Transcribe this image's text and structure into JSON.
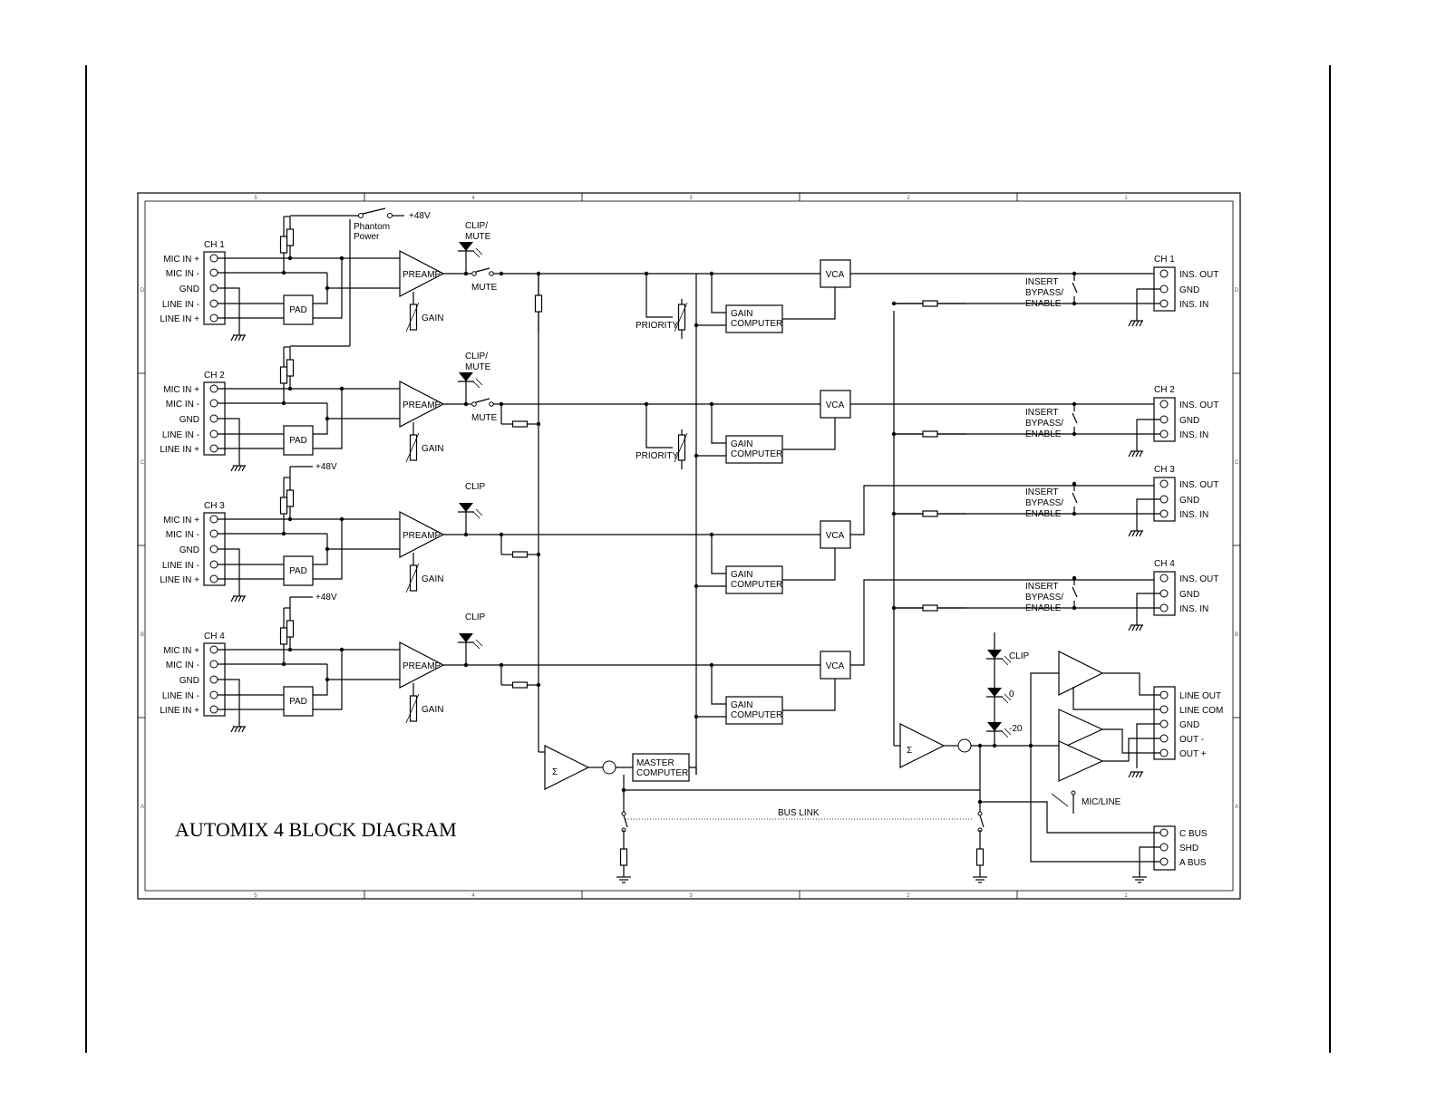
{
  "title": "AUTOMIX 4 BLOCK DIAGRAM",
  "zone_columns": [
    "5",
    "4",
    "3",
    "2",
    "1"
  ],
  "zone_rows": [
    "D",
    "C",
    "B",
    "A"
  ],
  "phantom": {
    "label": "Phantom Power",
    "voltage": "+48V"
  },
  "channels": [
    {
      "name": "CH 1",
      "pins": [
        "MIC IN +",
        "MIC IN -",
        "GND",
        "LINE IN -",
        "LINE IN +"
      ],
      "led": "CLIP/ MUTE",
      "has_mute": true,
      "has_priority": true
    },
    {
      "name": "CH 2",
      "pins": [
        "MIC IN +",
        "MIC IN -",
        "GND",
        "LINE IN -",
        "LINE IN +"
      ],
      "led": "CLIP/ MUTE",
      "has_mute": true,
      "has_priority": true
    },
    {
      "name": "CH 3",
      "pins": [
        "MIC IN +",
        "MIC IN -",
        "GND",
        "LINE IN -",
        "LINE IN +"
      ],
      "led": "CLIP",
      "has_mute": false,
      "has_priority": false,
      "phantom": "+48V"
    },
    {
      "name": "CH 4",
      "pins": [
        "MIC IN +",
        "MIC IN -",
        "GND",
        "LINE IN -",
        "LINE IN +"
      ],
      "led": "CLIP",
      "has_mute": false,
      "has_priority": false,
      "phantom": "+48V"
    }
  ],
  "blocks": {
    "pad": "PAD",
    "preamp": "PREAMP",
    "gain": "GAIN",
    "mute": "MUTE",
    "priority": "PRIORITY",
    "vca": "VCA",
    "gain_computer": "GAIN COMPUTER",
    "master_computer": "MASTER COMPUTER",
    "insert_switch": "INSERT BYPASS/ ENABLE",
    "bus_link": "BUS LINK",
    "mic_line": "MIC/LINE"
  },
  "insert_connectors": [
    {
      "name": "CH 1",
      "pins": [
        "INS. OUT",
        "GND",
        "INS. IN"
      ]
    },
    {
      "name": "CH 2",
      "pins": [
        "INS. OUT",
        "GND",
        "INS. IN"
      ]
    },
    {
      "name": "CH 3",
      "pins": [
        "INS. OUT",
        "GND",
        "INS. IN"
      ]
    },
    {
      "name": "CH 4",
      "pins": [
        "INS. OUT",
        "GND",
        "INS. IN"
      ]
    }
  ],
  "meter": [
    "CLIP",
    "0",
    "-20"
  ],
  "output_connector": [
    "LINE OUT",
    "LINE COM",
    "GND",
    "OUT -",
    "OUT +"
  ],
  "bus_connector": [
    "C BUS",
    "SHD",
    "A BUS"
  ]
}
